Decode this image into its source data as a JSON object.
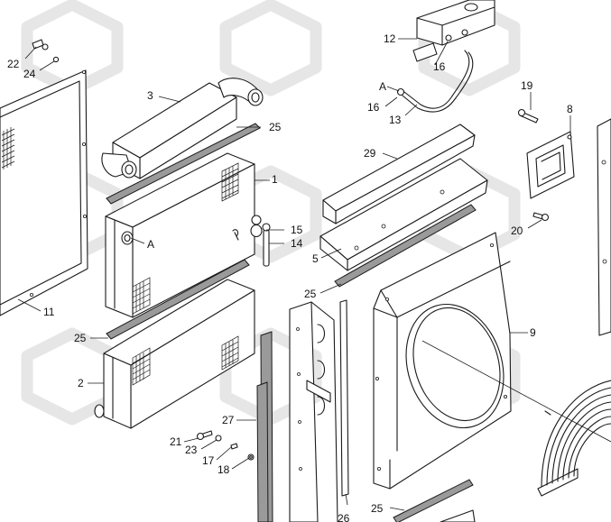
{
  "labels": {
    "p1": "1",
    "p2": "2",
    "p3": "3",
    "p5": "5",
    "p8": "8",
    "p9": "9",
    "p11": "11",
    "p12": "12",
    "p13": "13",
    "p14": "14",
    "p15": "15",
    "p16a": "16",
    "p16b": "16",
    "p17": "17",
    "p18": "18",
    "p19": "19",
    "p20": "20",
    "p21": "21",
    "p22": "22",
    "p23": "23",
    "p24": "24",
    "p25a": "25",
    "p25b": "25",
    "p25c": "25",
    "p25d": "25",
    "p26": "26",
    "p27": "27",
    "p29": "29",
    "refA1": "A",
    "refA2": "A"
  },
  "colors": {
    "line": "#1a1a1a",
    "seal": "#9a9a9a",
    "watermark": "#e6e6e6"
  }
}
